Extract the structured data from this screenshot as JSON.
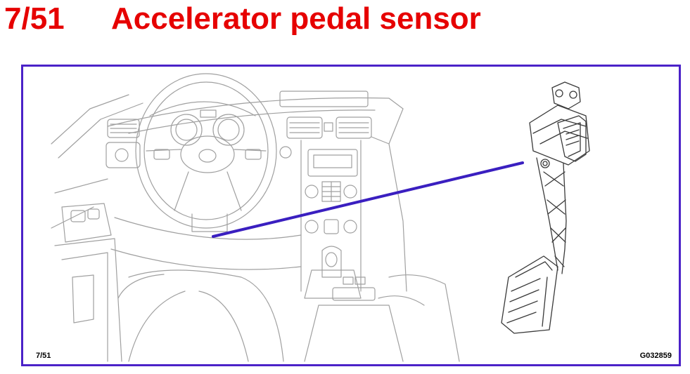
{
  "header": {
    "figure_number": "7/51",
    "title": "Accelerator pedal sensor"
  },
  "figure": {
    "ref": "7/51",
    "code": "G032859"
  },
  "colors": {
    "title": "#e60000",
    "frame": "#4b22c8",
    "leader_line": "#3a1fc0",
    "drawing_line": "#9a9a9a",
    "pedal_line": "#333333"
  },
  "icons": {
    "dashboard": "car-interior-line-drawing",
    "pedal": "accelerator-pedal-assembly-drawing"
  }
}
